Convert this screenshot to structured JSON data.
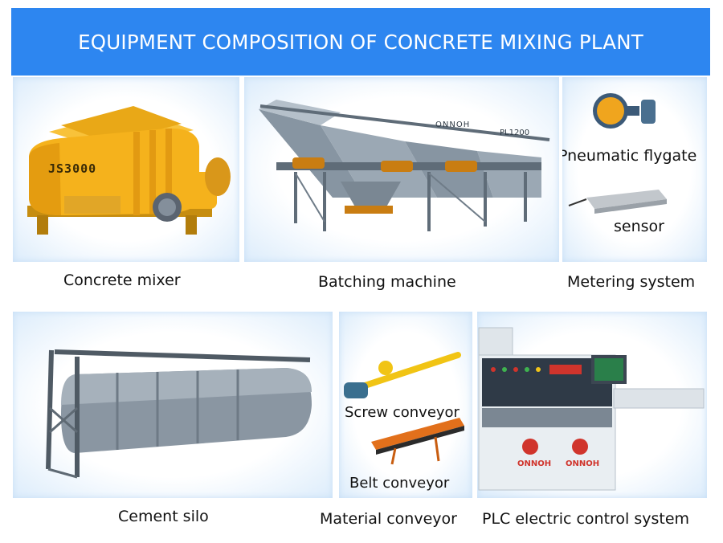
{
  "header": {
    "title": "EQUIPMENT COMPOSITION OF CONCRETE MIXING PLANT"
  },
  "panels": {
    "mixer": {
      "caption": "Concrete mixer",
      "model_text": "JS3000"
    },
    "batching": {
      "caption": "Batching machine",
      "brand_text": "ONNOH",
      "model_text": "PL1200"
    },
    "metering": {
      "caption": "Metering system",
      "items": [
        "Pneumatic flygate",
        "sensor"
      ]
    },
    "silo": {
      "caption": "Cement silo"
    },
    "conveyor": {
      "caption": "Material conveyor",
      "items": [
        "Screw conveyor",
        "Belt conveyor"
      ]
    },
    "plc": {
      "caption": "PLC electric control system",
      "brand_text": "ONNOH"
    }
  },
  "colors": {
    "banner": "#2d86f0",
    "mixer_yellow": "#f5b21c",
    "steel_gray": "#7d8a96",
    "console_white": "#e9eef2",
    "brand_red": "#d0342c"
  }
}
